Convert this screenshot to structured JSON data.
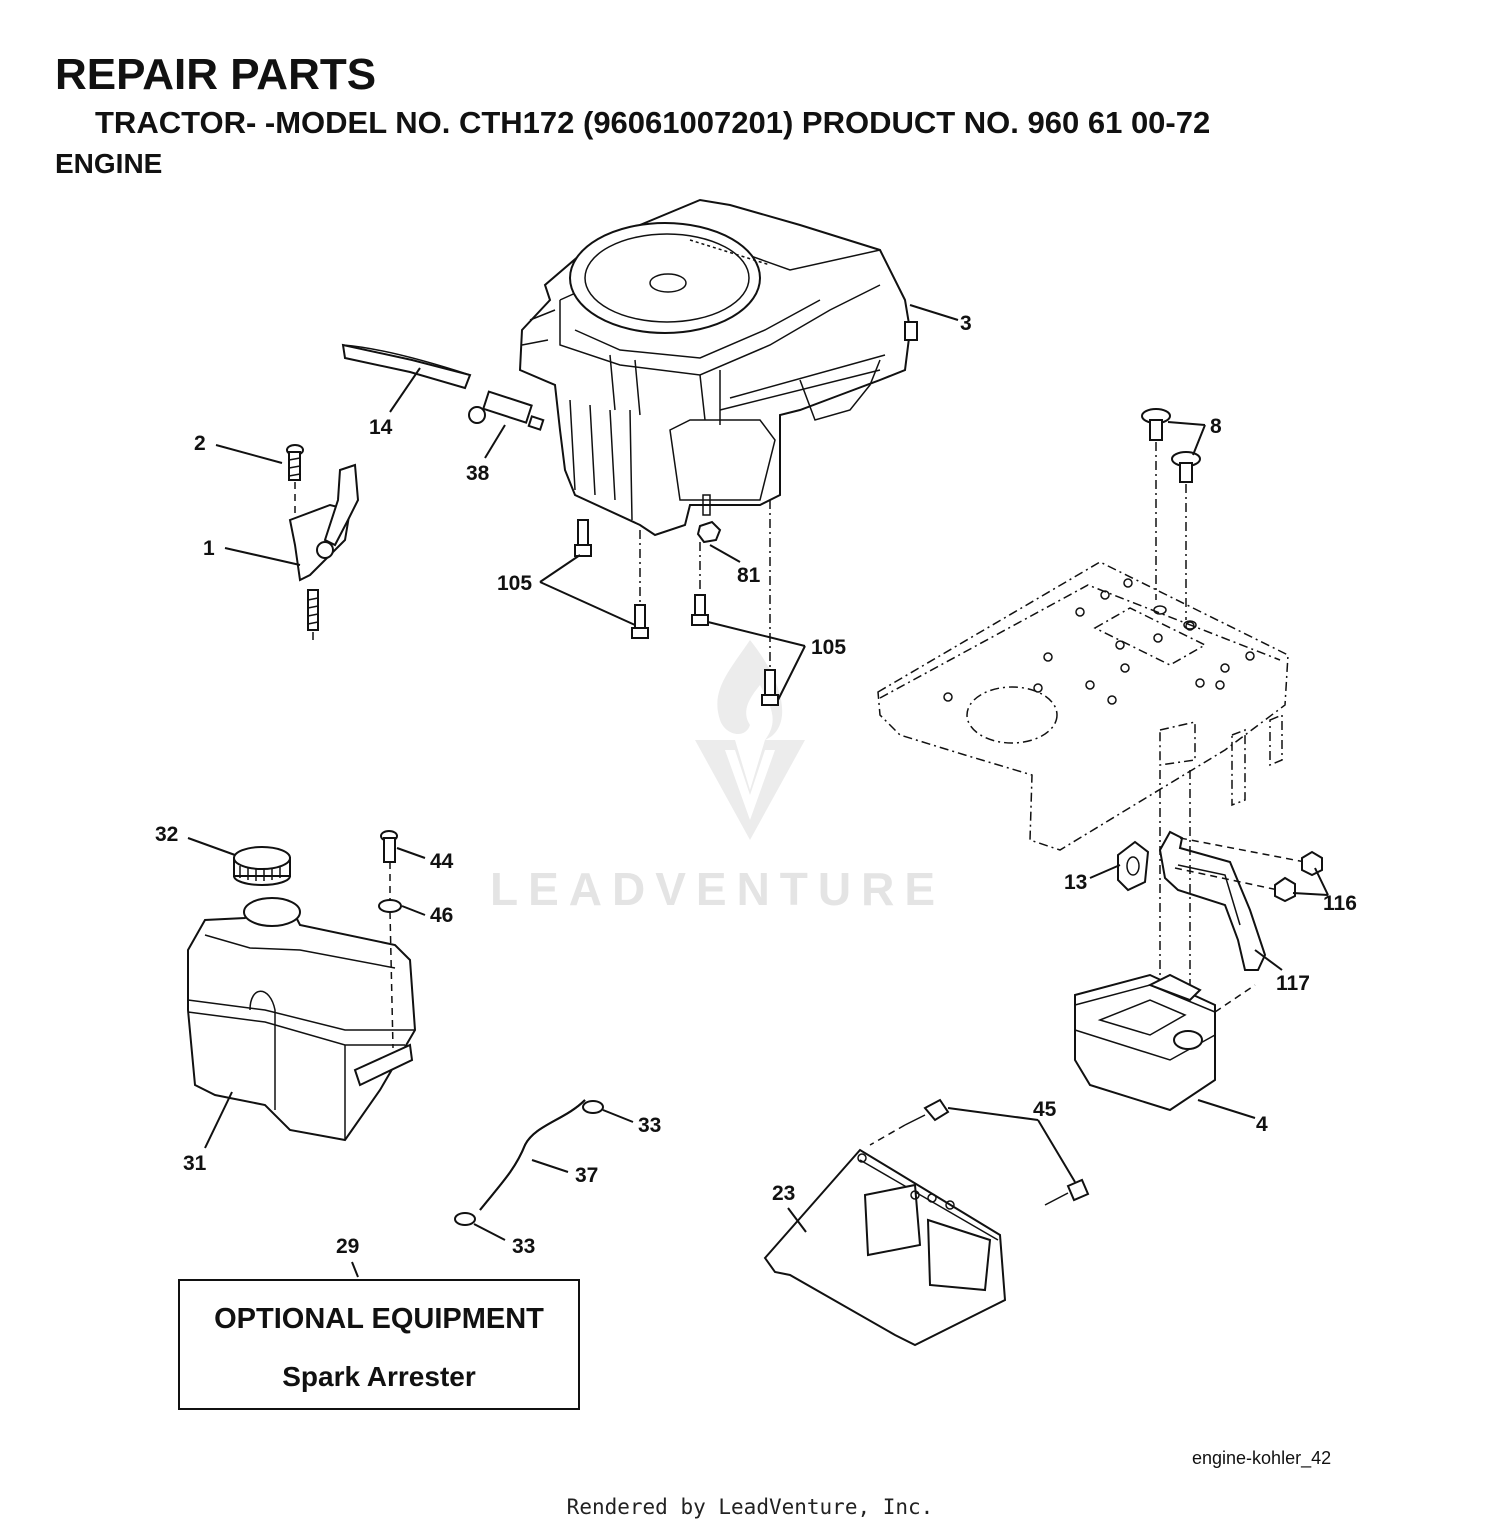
{
  "header": {
    "title": "REPAIR PARTS",
    "subtitle": "TRACTOR- -MODEL NO. CTH172 (96061007201) PRODUCT NO. 960 61 00-72",
    "section": "ENGINE"
  },
  "callouts": {
    "c1": "1",
    "c2": "2",
    "c3": "3",
    "c4": "4",
    "c8": "8",
    "c13": "13",
    "c14": "14",
    "c23": "23",
    "c29": "29",
    "c31": "31",
    "c32": "32",
    "c33a": "33",
    "c33b": "33",
    "c37": "37",
    "c38": "38",
    "c44": "44",
    "c45": "45",
    "c46": "46",
    "c81": "81",
    "c105a": "105",
    "c105b": "105",
    "c116": "116",
    "c117": "117"
  },
  "optional_equipment": {
    "title": "OPTIONAL EQUIPMENT",
    "item": "Spark Arrester"
  },
  "file_id": "engine-kohler_42",
  "watermark": "LEADVENTURE",
  "footer": "Rendered by LeadVenture, Inc."
}
